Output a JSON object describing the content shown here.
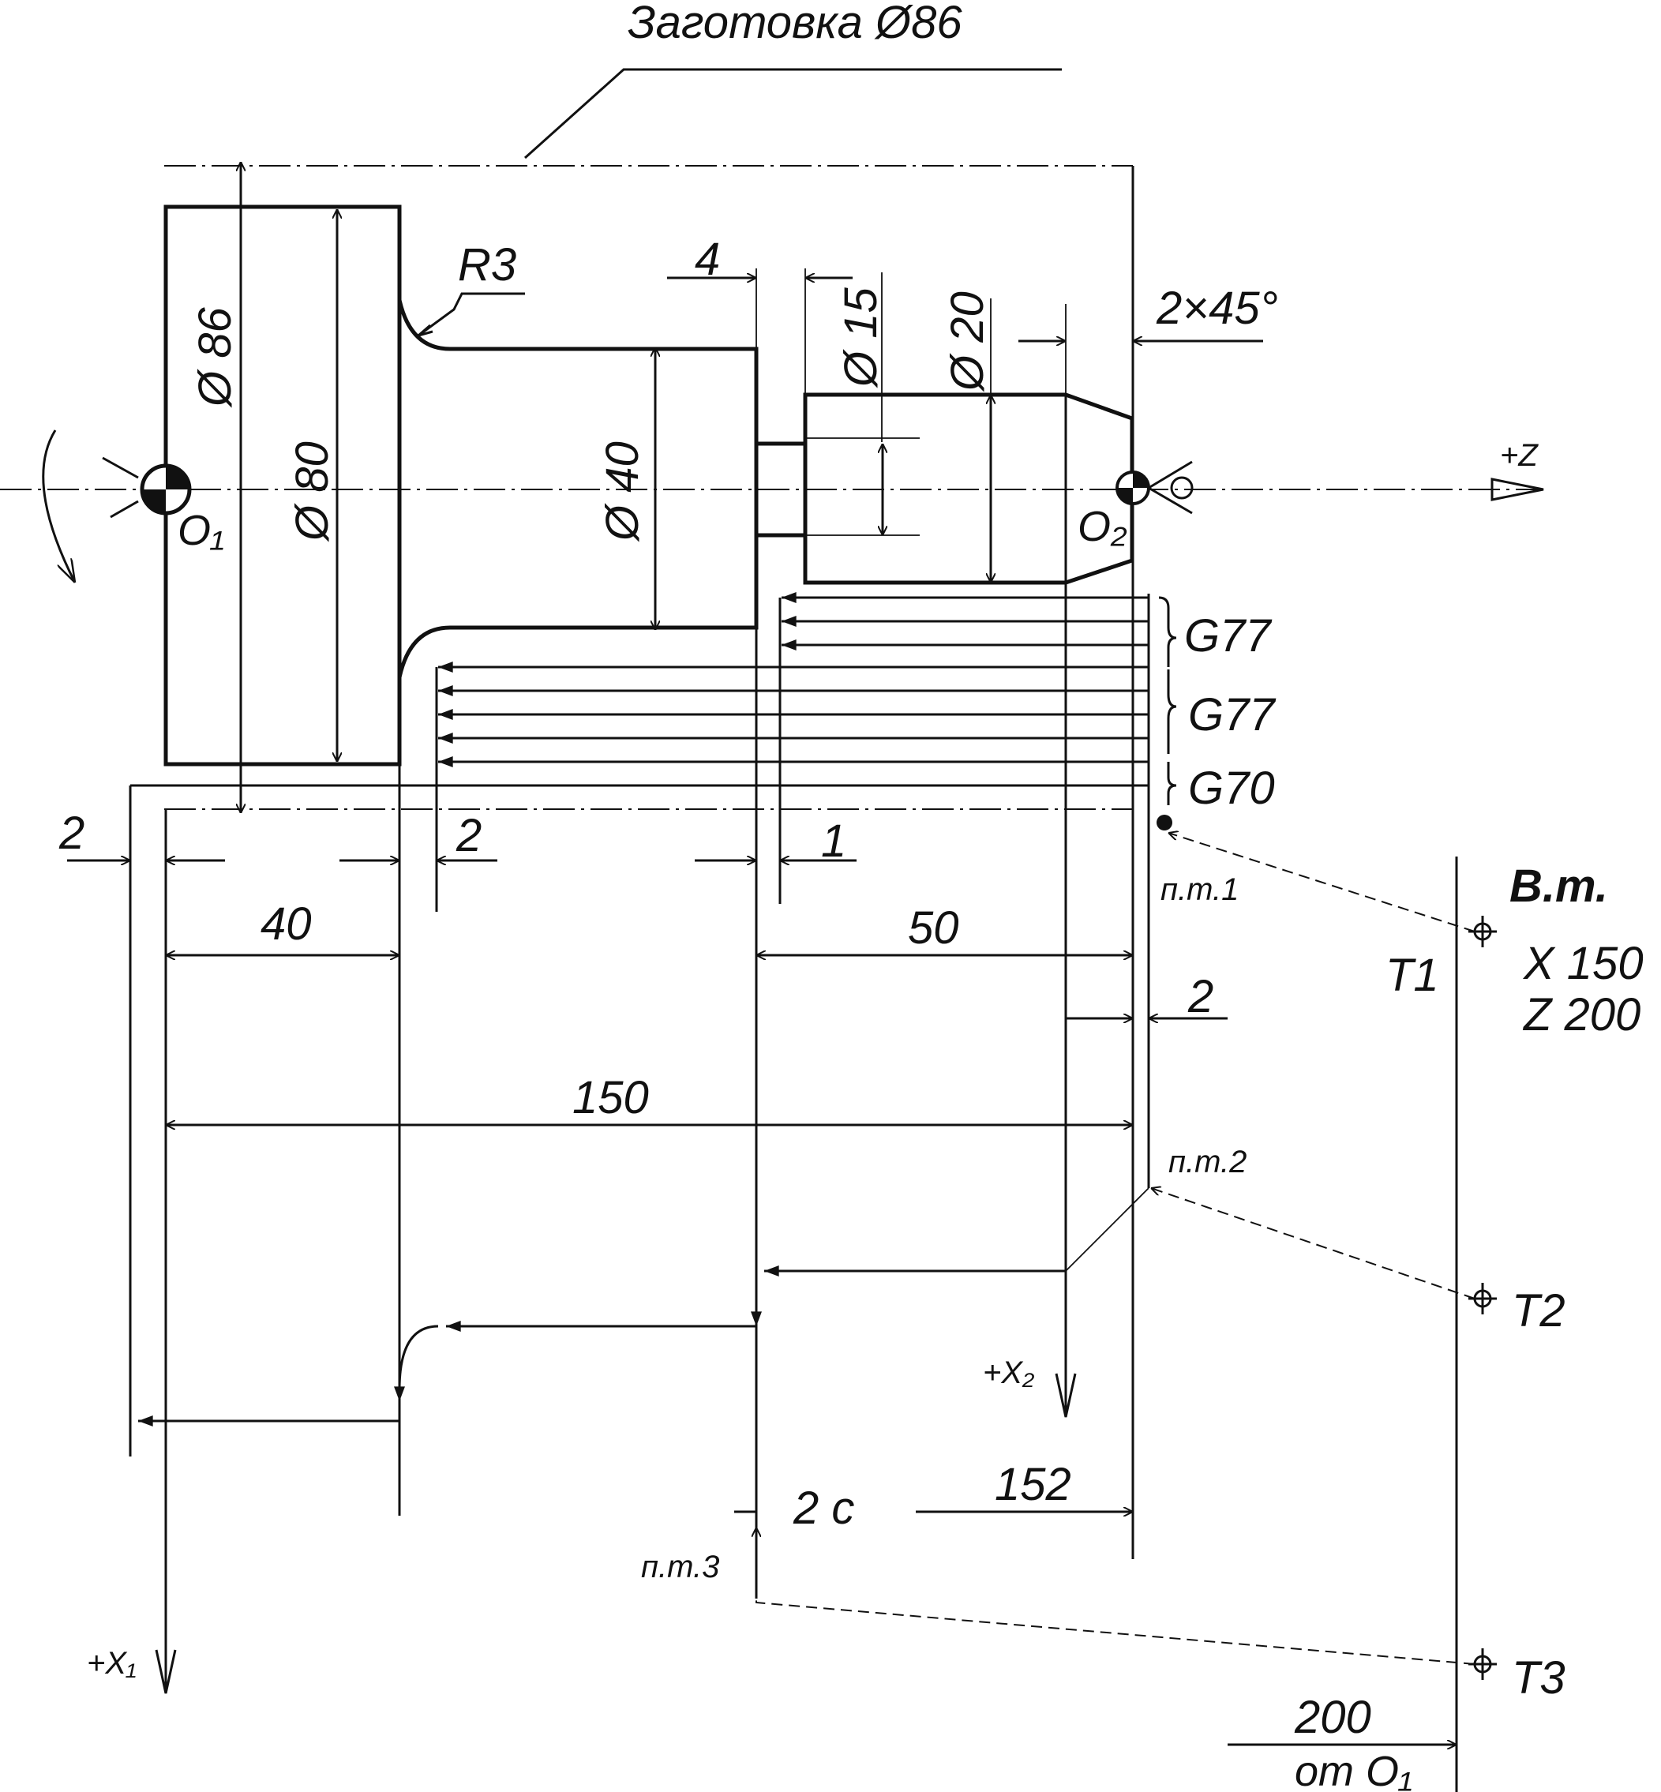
{
  "labels": {
    "stock": "Заготовка Ø86",
    "r3": "R3",
    "dim_4": "4",
    "chamfer": "2×45°",
    "dia_86": "Ø 86",
    "dia_80": "Ø 80",
    "dia_40": "Ø 40",
    "dia_15": "Ø 15",
    "dia_20": "Ø 20",
    "z_axis": "+Z",
    "o1": "O₁",
    "o2": "O₂",
    "g77_1": "G77",
    "g77_2": "G77",
    "g70": "G70",
    "dim_2_left": "2",
    "dim_2_mid": "2",
    "dim_1": "1",
    "dim_40": "40",
    "dim_50": "50",
    "dim_2_right": "2",
    "dim_150": "150",
    "dim_152": "152",
    "dwell": "2 с",
    "pt1": "п.т.1",
    "pt2": "п.т.2",
    "pt3": "п.т.3",
    "tool_change": "В.т.",
    "tool_x": "X 150",
    "tool_z": "Z 200",
    "t1": "T1",
    "t2": "T2",
    "t3": "T3",
    "x2_axis": "+X₂",
    "x1_axis": "+X₁",
    "dim_200": "200",
    "from_o1": "от O₁"
  }
}
